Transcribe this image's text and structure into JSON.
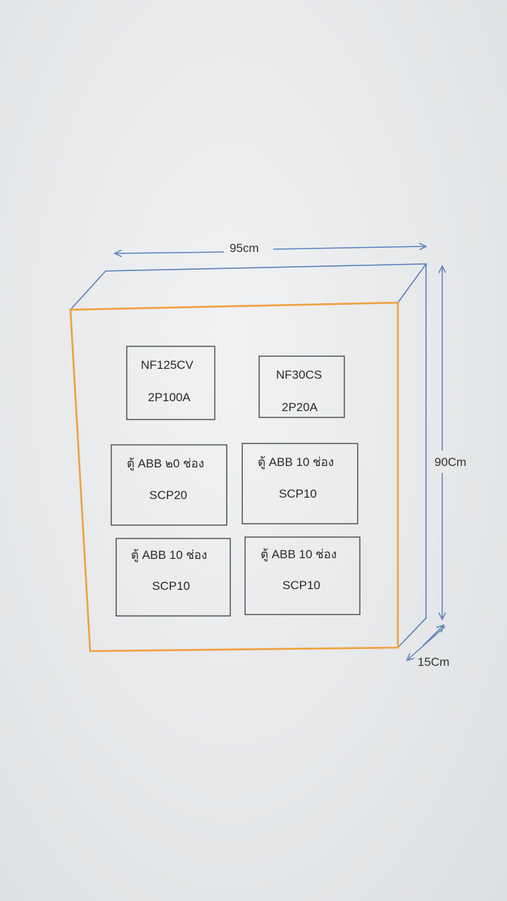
{
  "dimensions": {
    "width": "95cm",
    "height": "90Cm",
    "depth": "15Cm"
  },
  "colors": {
    "front_outline": "#f0a040",
    "cabinet_outline": "#5a7fb8",
    "box_outline": "#3a3a3a"
  },
  "boxes": [
    {
      "line1": "NF125CV",
      "line2": "2P100A"
    },
    {
      "line1": "NF30CS",
      "line2": "2P20A"
    },
    {
      "line1": "ตู้ ABB ๒0 ช่อง",
      "line2": "SCP20"
    },
    {
      "line1": "ตู้ ABB 10 ช่อง",
      "line2": "SCP10"
    },
    {
      "line1": "ตู้ ABB 10 ช่อง",
      "line2": "SCP10"
    },
    {
      "line1": "ตู้ ABB 10 ช่อง",
      "line2": "SCP10"
    }
  ]
}
